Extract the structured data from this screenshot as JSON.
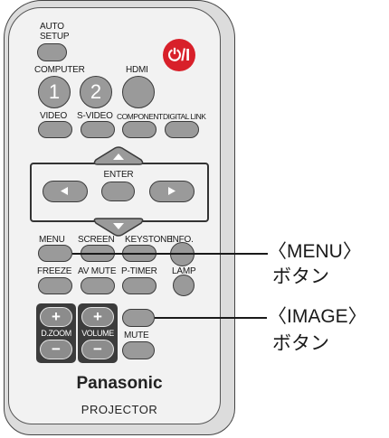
{
  "labels": {
    "auto_setup_1": "AUTO",
    "auto_setup_2": "SETUP",
    "computer": "COMPUTER",
    "hdmi": "HDMI",
    "video": "VIDEO",
    "s_video": "S-VIDEO",
    "component": "COMPONENT",
    "digital_link": "DIGITAL LINK",
    "enter": "ENTER",
    "menu": "MENU",
    "screen": "SCREEN",
    "keystone": "KEYSTONE",
    "info": "INFO.",
    "freeze": "FREEZE",
    "av_mute": "AV MUTE",
    "p_timer": "P-TIMER",
    "lamp": "LAMP",
    "d_zoom": "D.ZOOM",
    "volume": "VOLUME",
    "mute": "MUTE"
  },
  "buttons": {
    "power_symbol": "⏻/I",
    "computer_1": "1",
    "computer_2": "2",
    "plus": "+",
    "minus": "−"
  },
  "brand": "Panasonic",
  "model": "PROJECTOR",
  "callouts": {
    "menu_line1": "〈MENU〉",
    "menu_line2": "ボタン",
    "image_line1": "〈IMAGE〉",
    "image_line2": "ボタン"
  },
  "colors": {
    "button_gray": "#9a9a9a",
    "power_red": "#d8202a",
    "dark_panel": "#3c3c3c"
  }
}
